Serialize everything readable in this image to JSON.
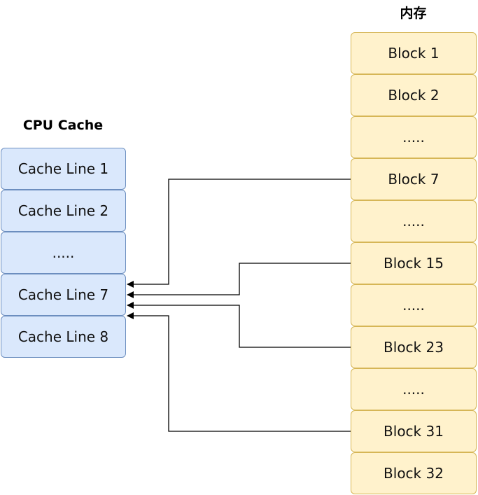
{
  "cache": {
    "title": "CPU Cache",
    "lines": [
      "Cache Line 1",
      "Cache Line 2",
      ".....",
      "Cache Line 7",
      "Cache Line 8"
    ]
  },
  "memory": {
    "title": "内存",
    "blocks": [
      "Block 1",
      "Block 2",
      ".....",
      "Block 7",
      ".....",
      "Block 15",
      ".....",
      "Block 23",
      ".....",
      "Block 31",
      "Block 32"
    ]
  },
  "colors": {
    "cache_fill": "#dae8fc",
    "cache_stroke": "#6c8ebf",
    "memory_fill": "#fff2cc",
    "memory_stroke": "#d6b656",
    "connector": "#000000"
  }
}
